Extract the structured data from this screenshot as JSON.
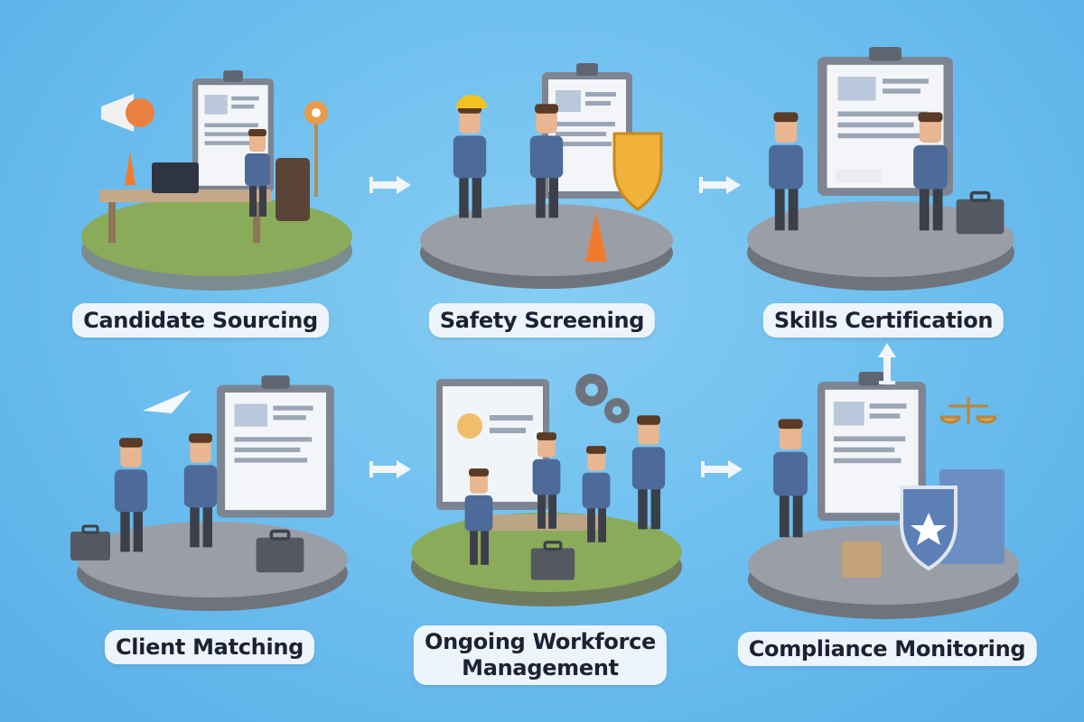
{
  "colors": {
    "background": "#6bbdee",
    "label_bg": "#eef4fb",
    "label_text": "#1c2233",
    "platform_green": "#8aab5a",
    "platform_gray": "#9a9ea6",
    "arrow": "#f2f6fa"
  },
  "steps": [
    {
      "label": "Candidate Sourcing",
      "platform": "green",
      "icons": [
        "megaphone-icon",
        "clipboard-icon",
        "laptop-icon",
        "location-pin-icon",
        "traffic-cone-icon"
      ]
    },
    {
      "label": "Safety Screening",
      "platform": "gray",
      "icons": [
        "hard-hat-icon",
        "clipboard-icon",
        "shield-icon",
        "traffic-cone-icon"
      ]
    },
    {
      "label": "Skills Certification",
      "platform": "gray",
      "icons": [
        "clipboard-icon",
        "briefcase-icon",
        "document-icon"
      ]
    },
    {
      "label": "Client Matching",
      "platform": "gray",
      "icons": [
        "clipboard-icon",
        "briefcase-icon",
        "paper-plane-icon"
      ]
    },
    {
      "label_line1": "Ongoing Workforce",
      "label_line2": "Management",
      "platform": "green",
      "icons": [
        "gears-icon",
        "monitor-icon",
        "meeting-table-icon",
        "briefcase-icon"
      ]
    },
    {
      "label": "Compliance Monitoring",
      "platform": "gray",
      "icons": [
        "scales-icon",
        "shield-icon",
        "puzzle-icon",
        "clipboard-icon"
      ]
    }
  ],
  "arrows": [
    "right-arrow-icon",
    "right-arrow-icon",
    "up-arrow-icon",
    "right-arrow-icon",
    "right-arrow-icon"
  ]
}
